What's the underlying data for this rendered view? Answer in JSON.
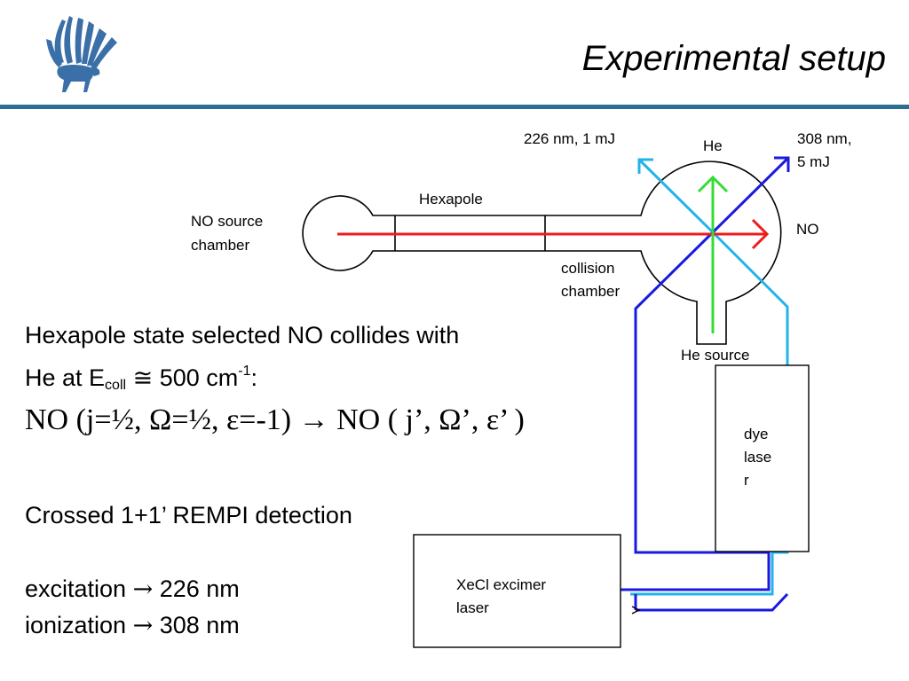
{
  "slide": {
    "title": "Experimental setup",
    "logo_icon": "griffin-logo-icon",
    "accent_color": "#2a6f93"
  },
  "diagram": {
    "labels": {
      "no_source_line1": "NO source",
      "no_source_line2": "chamber",
      "hexapole": "Hexapole",
      "collision_line1": "collision",
      "collision_line2": "chamber",
      "he_top": "He",
      "laser226": "226 nm, 1 mJ",
      "laser308_line1": "308 nm,",
      "laser308_line2": "5 mJ",
      "no_beam": "NO",
      "he_source": "He source",
      "dye_line1": "dye",
      "dye_line2": "lase",
      "dye_line3": "r",
      "xecl_line1": "XeCl excimer",
      "xecl_line2": "laser"
    },
    "colors": {
      "no_beam": "#ee1c1c",
      "he_beam": "#33dd33",
      "laser_226": "#22b4e8",
      "laser_308": "#1a1ae0"
    }
  },
  "text": {
    "line1": "Hexapole state selected NO collides with",
    "line2_pre": "He at E",
    "line2_sub": "coll",
    "line2_sym": "≅",
    "line2_mid": " 500 cm",
    "line2_sup": "-1",
    "line2_post": ":",
    "equation": "NO (j=½, Ω=½, ε=-1) → NO ( j’, Ω’, ε’ )",
    "rempi": "Crossed 1+1’ REMPI detection",
    "excitation_pre": "excitation",
    "excitation_arrow": "→",
    "excitation_post": " 226 nm",
    "ionization_pre": "ionization",
    "ionization_arrow": "→",
    "ionization_post": " 308 nm"
  }
}
